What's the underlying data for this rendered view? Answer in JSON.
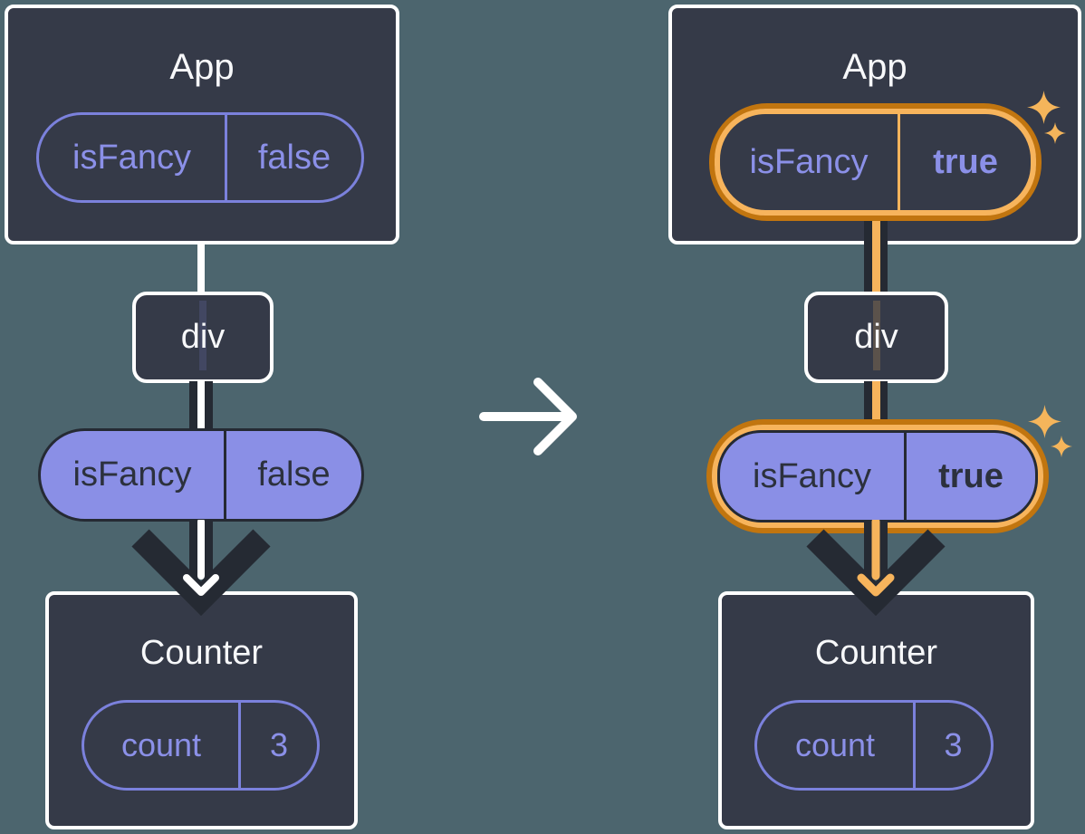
{
  "before": {
    "app": {
      "title": "App",
      "prop_name": "isFancy",
      "prop_value": "false"
    },
    "middle_element": {
      "label": "div"
    },
    "passed_prop": {
      "name": "isFancy",
      "value": "false"
    },
    "counter": {
      "title": "Counter",
      "state_name": "count",
      "state_value": "3"
    }
  },
  "after": {
    "app": {
      "title": "App",
      "prop_name": "isFancy",
      "prop_value": "true"
    },
    "middle_element": {
      "label": "div"
    },
    "passed_prop": {
      "name": "isFancy",
      "value": "true"
    },
    "counter": {
      "title": "Counter",
      "state_name": "count",
      "state_value": "3"
    }
  },
  "icons": {
    "transition_arrow": "right-arrow",
    "prop_flow_arrow": "down-arrow",
    "sparkle": "four-point-star"
  },
  "colors": {
    "background": "#4c656e",
    "node_fill": "#353a48",
    "node_border": "#ffffff",
    "purple_outline": "#7b81dc",
    "purple_text": "#8b90e8",
    "purple_fill": "#8a8fe6",
    "dark_ink": "#252a33",
    "highlight_orange_dark": "#c1750f",
    "highlight_orange_light": "#f7b45c",
    "sparkle": "#f5b55b"
  }
}
